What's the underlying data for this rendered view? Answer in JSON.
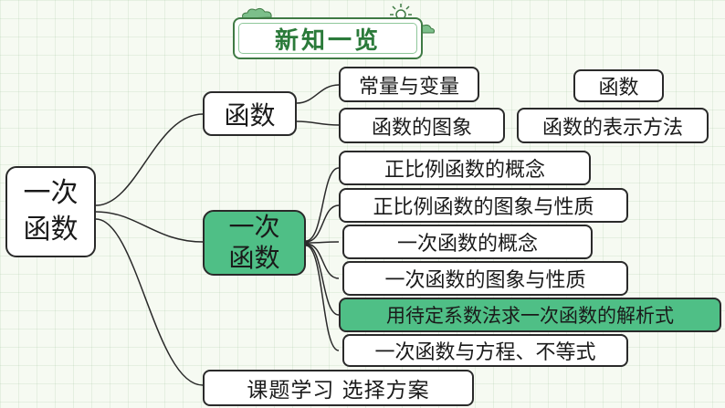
{
  "header": {
    "title": "新知一览"
  },
  "root": {
    "line1": "一次",
    "line2": "函数"
  },
  "branch_function": {
    "label": "函数",
    "children": [
      "常量与变量",
      "函数的图象"
    ],
    "side": [
      "函数",
      "函数的表示方法"
    ]
  },
  "branch_linear": {
    "line1": "一次",
    "line2": "函数",
    "children": [
      "正比例函数的概念",
      "正比例函数的图象与性质",
      "一次函数的概念",
      "一次函数的图象与性质",
      "用待定系数法求一次函数的解析式",
      "一次函数与方程、不等式"
    ]
  },
  "branch_project": {
    "label": "课题学习 选择方案"
  },
  "colors": {
    "highlight": "#4fbf86",
    "title_text": "#2b7a3a",
    "line": "#2a2a2a",
    "background": "#f6faf2"
  }
}
